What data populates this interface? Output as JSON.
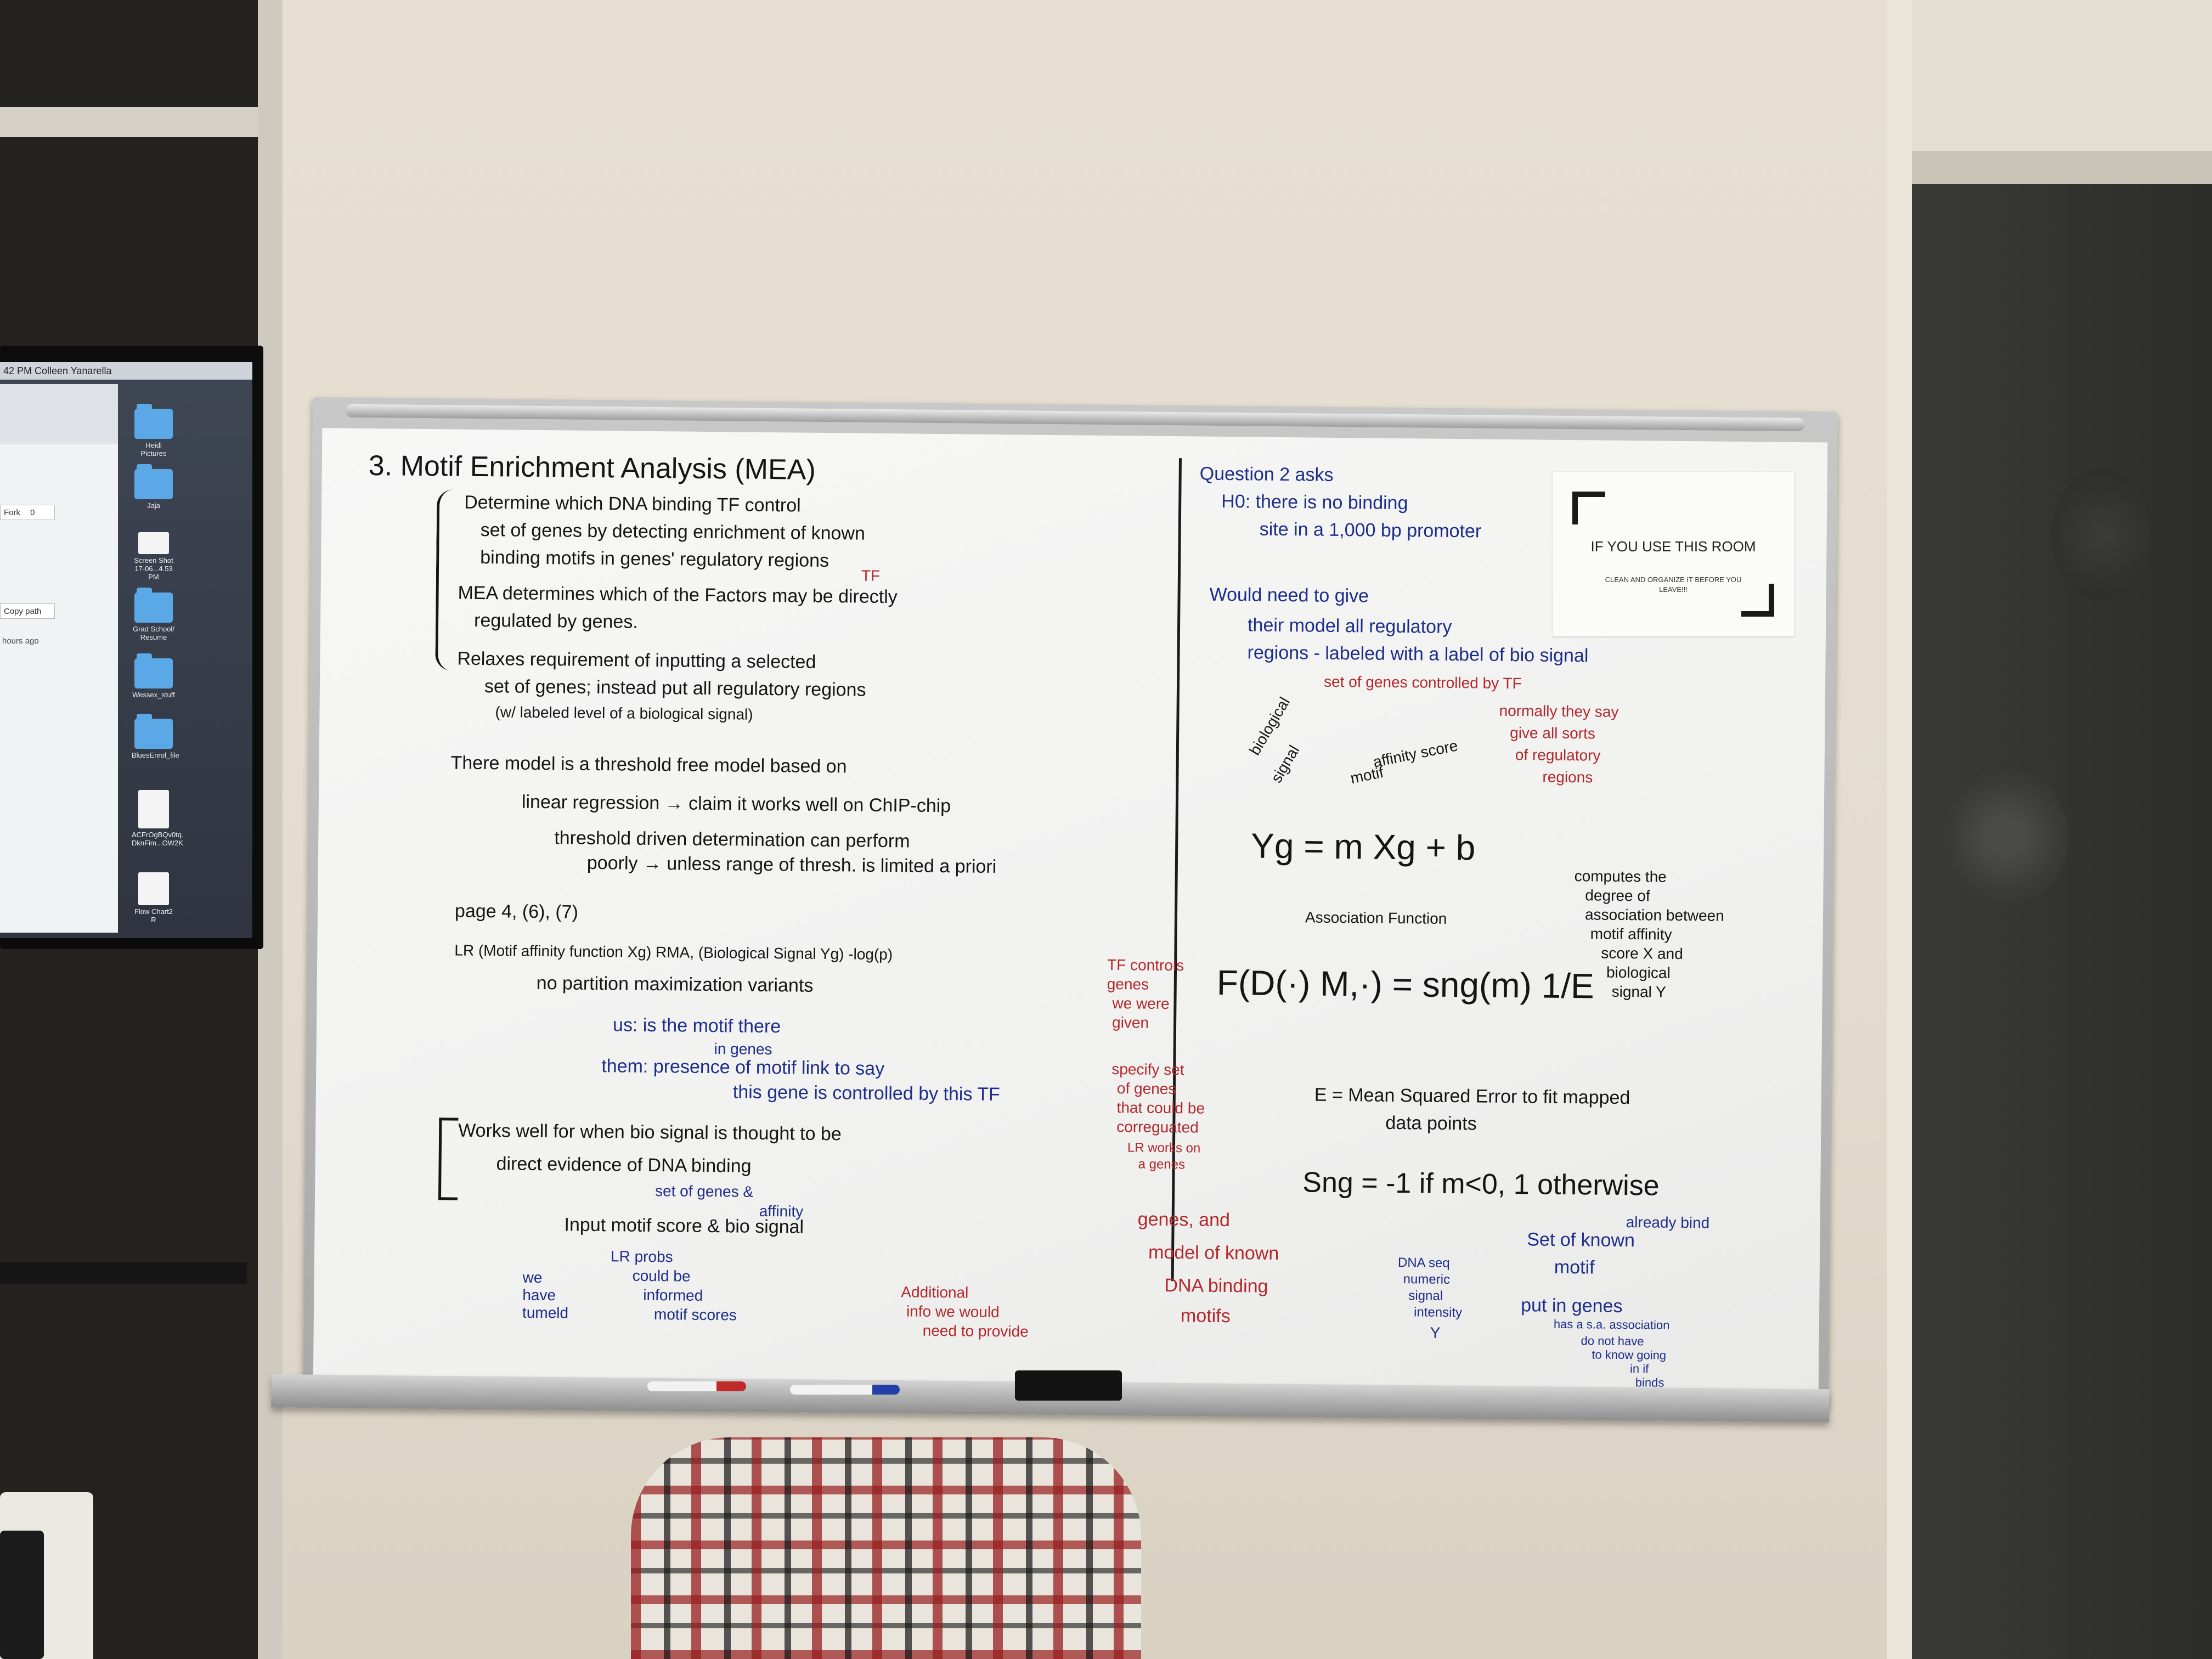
{
  "monitor": {
    "menubar": "42 PM   Colleen Yanarella",
    "browser": {
      "fork_label": "Fork",
      "fork_count": "0",
      "copy_path_label": "Copy path",
      "hours_ago": "hours ago"
    },
    "desktop_items": [
      "Heidi Pictures",
      "Jaja",
      "Screen Shot 17-06...4.53 PM",
      "Grad School/ Resume",
      "Wessex_stuff",
      "BluesEnrol_file",
      "ACFrOgBQv0tq. DknFim...OW2K",
      "Flow Chart2 R"
    ]
  },
  "sign": {
    "title": "IF YOU USE THIS ROOM",
    "subtitle": "CLEAN AND ORGANIZE IT BEFORE YOU LEAVE!!!"
  },
  "whiteboard": {
    "left": {
      "heading": "3.  Motif Enrichment Analysis (MEA)",
      "l1": "Determine which DNA binding TF control",
      "l2": "set of genes by detecting enrichment of known",
      "l3": "binding motifs in genes' regulatory regions",
      "l4": "MEA determines which of the Factors may be directly",
      "l4_tf": "TF",
      "l5": "regulated by genes.",
      "l6": "Relaxes requirement of inputting a selected",
      "l7": "set of genes; instead put all regulatory regions",
      "l8": "(w/ labeled level of a biological signal)",
      "l9": "There model is a threshold free model based on",
      "l10": "linear regression → claim it works well on ChIP-chip",
      "l11": "threshold driven determination can perform",
      "l12": "poorly → unless range of thresh. is limited a priori",
      "l13": "page 4, (6), (7)",
      "l14": "LR (Motif affinity function Xg) RMA, (Biological Signal Yg) -log(p)",
      "l15": "no  partition maximization variants",
      "l16": "us: is the motif there",
      "l16b": "in genes",
      "l17": "them: presence of motif  link to say",
      "l18": "this gene is controlled by this TF",
      "l19": "Works well for when bio signal is thought to be",
      "l20": "direct evidence of DNA binding",
      "l21": "set of genes &",
      "l21b": "affinity",
      "l22": "Input motif score & bio signal",
      "l23": "LR probs",
      "l24": "could be",
      "l25": "informed",
      "l26": "motif scores",
      "l27": "we",
      "l28": "have",
      "l29": "tumeld",
      "r1": "Additional",
      "r2": "info we would",
      "r3": "need to provide"
    },
    "right": {
      "q1": "Question 2 asks",
      "q2": "H0: there is no binding",
      "q3": "site in a 1,000 bp promoter",
      "q4": "Would need to give",
      "q5": "their model all regulatory",
      "q6": "regions - labeled with a label of bio signal",
      "q7": "set of genes controlled by TF",
      "q8": "normally they say",
      "q9": "give all sorts",
      "q10": "of regulatory",
      "q11": "regions",
      "bio1": "biological",
      "bio2": "signal",
      "mot1": "motif",
      "mot2": "affinity score",
      "eq1": "Yg = m Xg + b",
      "assoc": "Association Function",
      "eq2": "F(D(·) M,·) = sng(m) 1/E",
      "comp1": "computes the",
      "comp2": "degree of",
      "comp3": "association between",
      "comp4": "motif affinity",
      "comp5": "score X and",
      "comp6": "biological",
      "comp7": "signal Y",
      "tf1": "TF controls",
      "tf2": "genes",
      "tf3": "we were",
      "tf4": "given",
      "spec1": "specify set",
      "spec2": "of genes",
      "spec3": "that could be",
      "spec4": "correguated",
      "spec5": "LR works on",
      "spec6": "a genes",
      "eqE": "E = Mean Squared Error to fit mapped",
      "eqE2": "data points",
      "sng": "Sng = -1 if  m<0,  1 otherwise",
      "g1": "genes, and",
      "g2": "model of known",
      "g3": "DNA binding",
      "g4": "motifs",
      "b1": "DNA seq",
      "b2": "numeric",
      "b3": "signal",
      "b4": "intensity",
      "b5": "Y",
      "k1": "Set of known",
      "k2": "motif",
      "k3": "put in genes",
      "k4": "has a s.a. association",
      "k5": "already bind",
      "k6": "do not have",
      "k7": "to know going",
      "k8": "in if",
      "k9": "binds"
    }
  },
  "colors": {
    "ink_black": "#151515",
    "ink_blue": "#1d2d8c",
    "ink_red": "#b4282b"
  }
}
